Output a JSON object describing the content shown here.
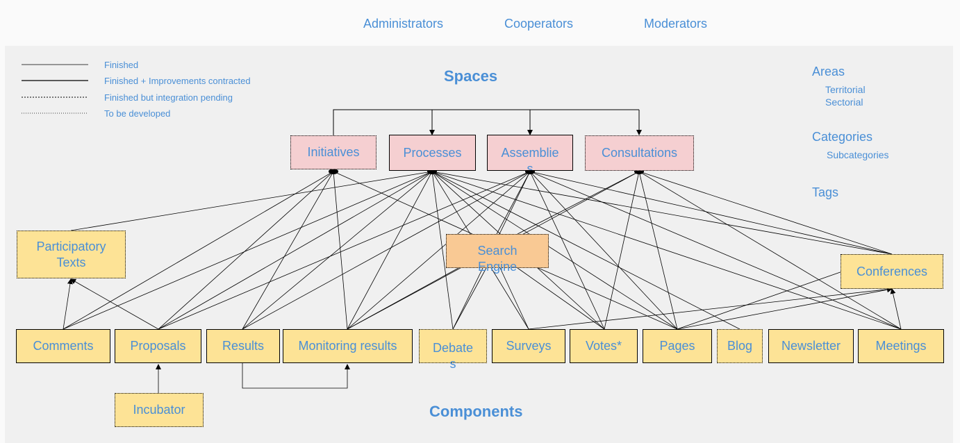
{
  "nav": {
    "administrators": "Administrators",
    "cooperators": "Cooperators",
    "moderators": "Moderators"
  },
  "legend": [
    "Finished",
    "Finished + Improvements contracted",
    "Finished but integration pending",
    "To be developed"
  ],
  "headings": {
    "spaces": "Spaces",
    "components": "Components"
  },
  "spaces": {
    "initiatives": "Initiatives",
    "processes": "Processes",
    "assemblies": "Assemblies",
    "consultations": "Consultations"
  },
  "components": {
    "participatory_texts": "Participatory Texts",
    "search_engine": "Search Engine",
    "conferences": "Conferences",
    "comments": "Comments",
    "proposals": "Proposals",
    "results": "Results",
    "monitoring_results": "Monitoring results",
    "debates": "Debates",
    "surveys": "Surveys",
    "votes": "Votes*",
    "pages": "Pages",
    "blog": "Blog",
    "newsletter": "Newsletter",
    "meetings": "Meetings",
    "incubator": "Incubator"
  },
  "sidebar": {
    "areas": "Areas",
    "territorial": "Territorial",
    "sectorial": "Sectorial",
    "categories": "Categories",
    "subcategories": "Subcategories",
    "tags": "Tags"
  }
}
